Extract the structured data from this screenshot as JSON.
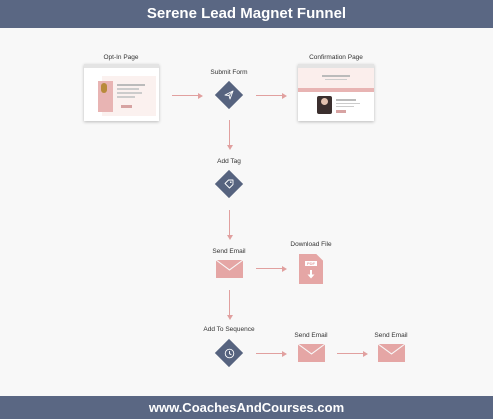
{
  "header": {
    "title": "Serene Lead Magnet Funnel"
  },
  "footer": {
    "url": "www.CoachesAndCourses.com"
  },
  "colors": {
    "header_bg": "#5a6783",
    "canvas_bg": "#f8f8f8",
    "diamond": "#56637f",
    "arrow": "#e1a09f",
    "envelope": "#e5a6a5"
  },
  "nodes": {
    "optin_page": {
      "label": "Opt-In Page",
      "icon": "webpage-thumbnail"
    },
    "submit_form": {
      "label": "Submit Form",
      "icon": "paper-plane-icon"
    },
    "confirmation_page": {
      "label": "Confirmation Page",
      "icon": "webpage-thumbnail"
    },
    "add_tag": {
      "label": "Add Tag",
      "icon": "tag-icon"
    },
    "send_email_1": {
      "label": "Send Email",
      "icon": "envelope-icon"
    },
    "download_file": {
      "label": "Download File",
      "icon": "pdf-file-icon",
      "badge": "PDF"
    },
    "add_to_sequence": {
      "label": "Add To Sequence",
      "icon": "clock-icon"
    },
    "send_email_2": {
      "label": "Send Email",
      "icon": "envelope-icon"
    },
    "send_email_3": {
      "label": "Send Email",
      "icon": "envelope-icon"
    }
  }
}
